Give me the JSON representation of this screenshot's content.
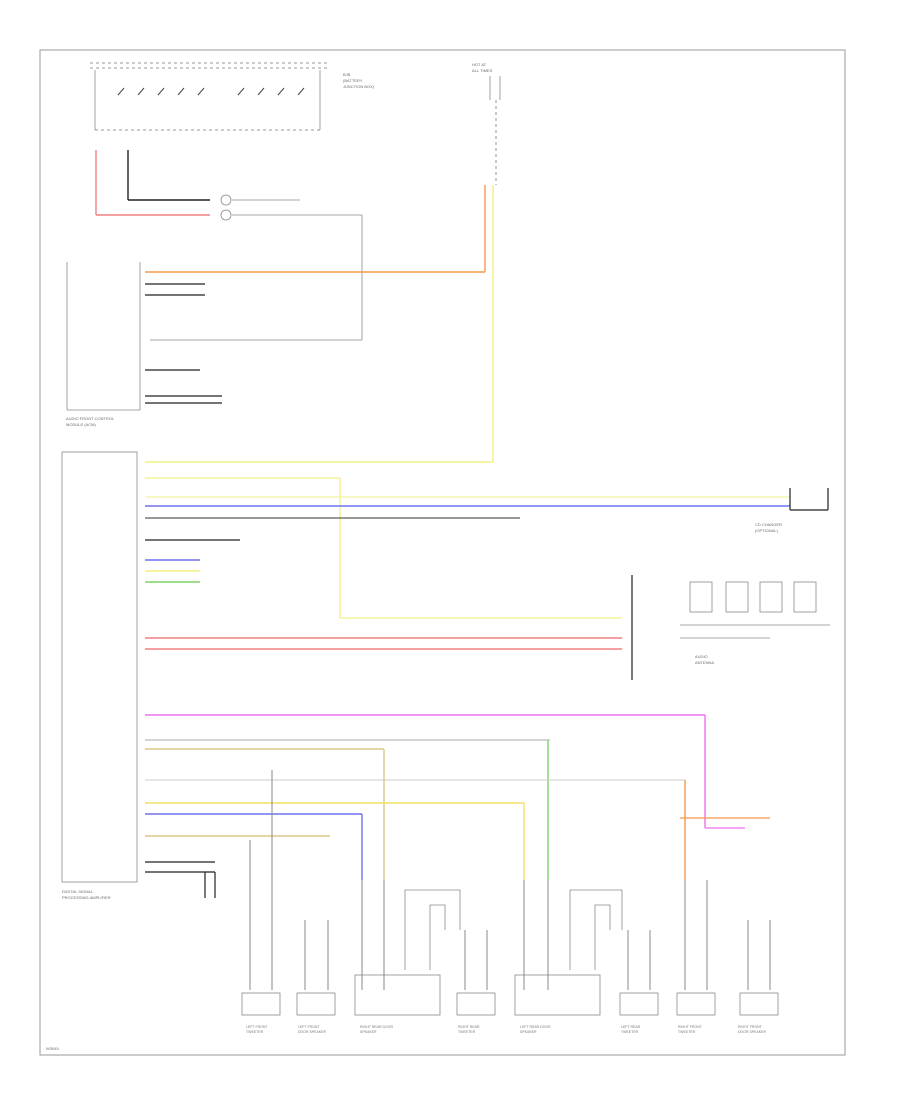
{
  "diagram": {
    "corner_code": "W3045",
    "components": {
      "hot_fuse": {
        "line1": "HOT AT",
        "line2": "ALL TIMES"
      },
      "fuse_box": {
        "line1": "BJB",
        "line2": "(BATTERY",
        "line3": "JUNCTION BOX)"
      },
      "radio_module": {
        "line1": "AUDIO FRONT CONTROL",
        "line2": "MODULE (ACM)"
      },
      "amp_module": {
        "line1": "DIGITAL SIGNAL",
        "line2": "PROCESSING AMPLIFIER"
      },
      "antenna": {
        "line1": "AUDIO",
        "line2": "ANTENNA"
      },
      "cd_changer": {
        "line1": "CD CHANGER",
        "line2": "(OPTIONAL)"
      },
      "speakers": [
        {
          "line1": "LEFT FRONT",
          "line2": "TWEETER"
        },
        {
          "line1": "LEFT FRONT",
          "line2": "DOOR SPEAKER"
        },
        {
          "line1": "RIGHT REAR DOOR",
          "line2": "SPEAKER"
        },
        {
          "line1": "RIGHT REAR",
          "line2": "TWEETER"
        },
        {
          "line1": "LEFT REAR DOOR",
          "line2": "SPEAKER"
        },
        {
          "line1": "LEFT REAR",
          "line2": "TWEETER"
        },
        {
          "line1": "RIGHT FRONT",
          "line2": "TWEETER"
        },
        {
          "line1": "RIGHT FRONT",
          "line2": "DOOR SPEAKER"
        }
      ]
    },
    "wire_colors": {
      "orange": "#f39a4a",
      "yellow": "#f4f080",
      "light_yellow": "#f4f4a0",
      "blue": "#6f73ee",
      "red": "#f08080",
      "magenta": "#ee70ee",
      "green": "#7ed46a",
      "tan": "#d8c98a",
      "black": "#222222"
    }
  }
}
